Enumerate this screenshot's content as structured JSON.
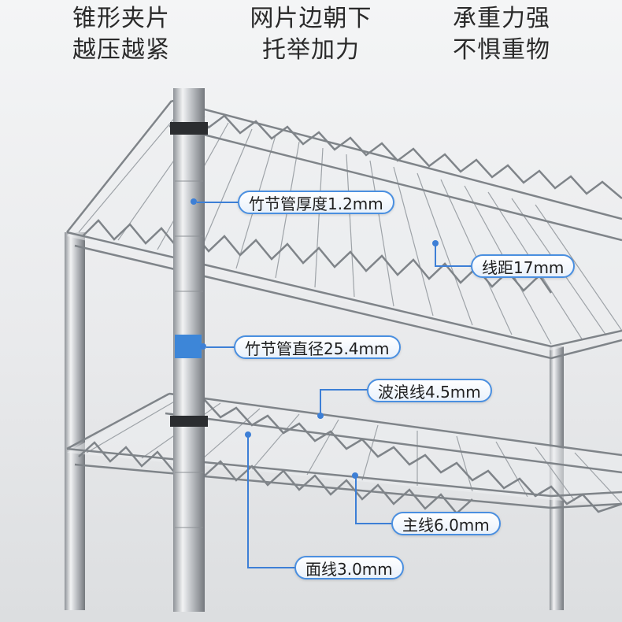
{
  "features": [
    {
      "line1": "锥形夹片",
      "line2": "越压越紧"
    },
    {
      "line1": "网片边朝下",
      "line2": "托举加力"
    },
    {
      "line1": "承重力强",
      "line2": "不惧重物"
    }
  ],
  "callouts": {
    "bamboo_thickness": "竹节管厚度1.2mm",
    "wire_spacing": "线距17mm",
    "bamboo_diameter": "竹节管直径25.4mm",
    "wave_wire": "波浪线4.5mm",
    "main_wire": "主线6.0mm",
    "surface_wire": "面线3.0mm"
  },
  "colors": {
    "accent": "#3d7fd6",
    "chrome": "#b8bcc1"
  }
}
